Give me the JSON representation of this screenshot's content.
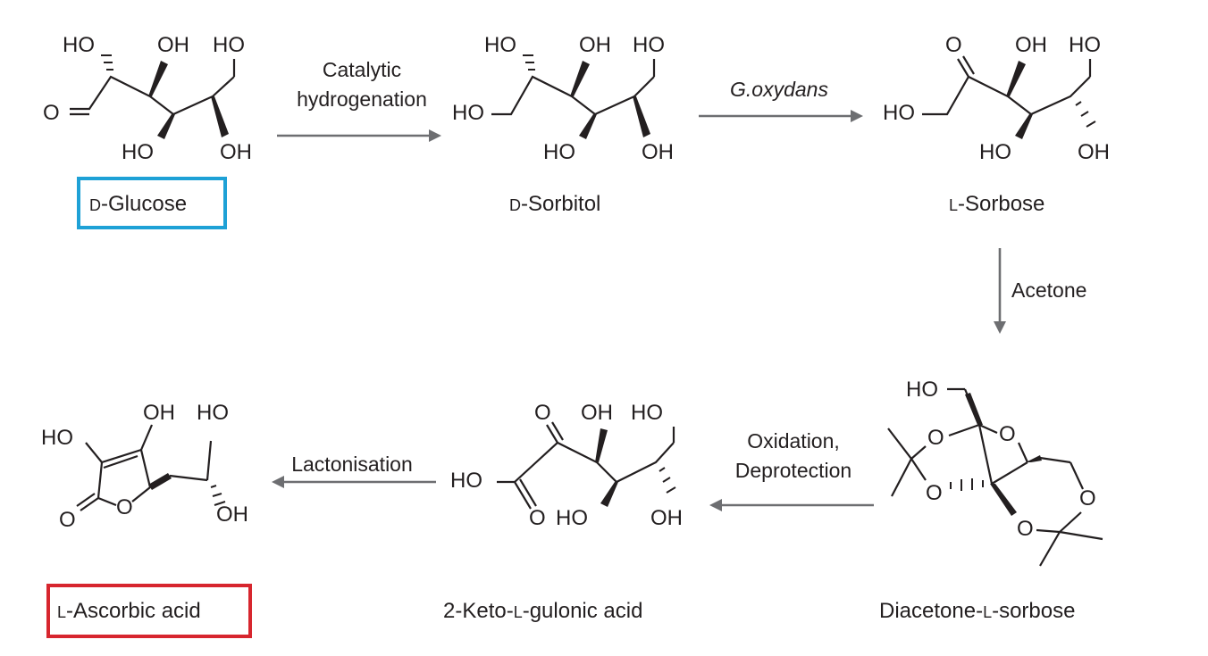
{
  "compounds": {
    "glucose": {
      "label": "D-Glucose",
      "prefix": "D",
      "rest": "-Glucose",
      "highlight": "#1ea1d6"
    },
    "sorbitol": {
      "label": "D-Sorbitol",
      "prefix": "D",
      "rest": "-Sorbitol"
    },
    "sorbose": {
      "label": "L-Sorbose",
      "prefix": "L",
      "rest": "-Sorbose"
    },
    "diacetone": {
      "label": "Diacetone-L-sorbose",
      "pre": "Diacetone-",
      "prefix": "L",
      "rest": "-sorbose"
    },
    "keto": {
      "label": "2-Keto-L-gulonic acid",
      "pre": "2-Keto-",
      "prefix": "L",
      "rest": "-gulonic acid"
    },
    "ascorbic": {
      "label": "L-Ascorbic acid",
      "prefix": "L",
      "rest": "-Ascorbic acid",
      "highlight": "#d7262e"
    }
  },
  "steps": {
    "s1": {
      "line1": "Catalytic",
      "line2": "hydrogenation"
    },
    "s2": {
      "line1": "G.oxydans"
    },
    "s3": {
      "line1": "Acetone"
    },
    "s4": {
      "line1": "Oxidation,",
      "line2": "Deprotection"
    },
    "s5": {
      "line1": "Lactonisation"
    }
  },
  "atoms": {
    "OH": "OH",
    "HO": "HO",
    "O": "O"
  },
  "colors": {
    "arrow": "#6d6e71",
    "ink": "#231f20"
  }
}
